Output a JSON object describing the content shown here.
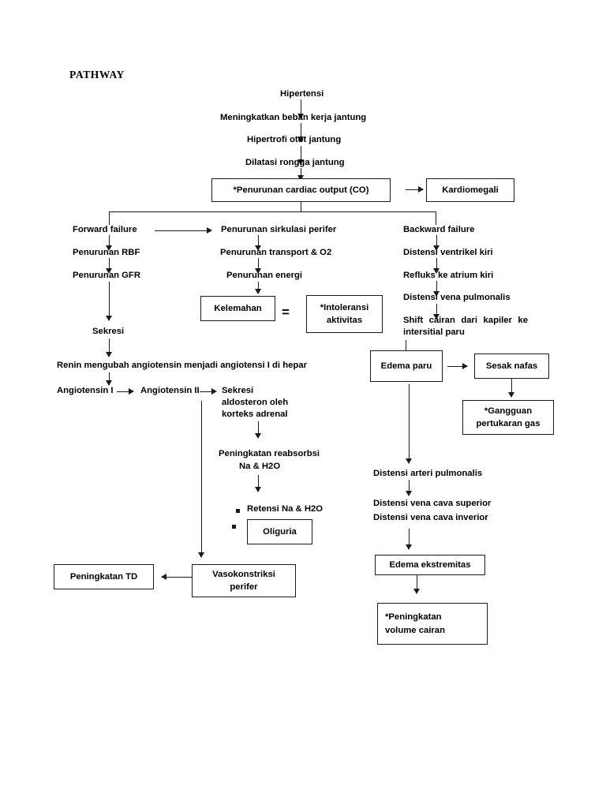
{
  "document": {
    "title": "PATHWAY"
  },
  "nodes": {
    "hipertensi": "Hipertensi",
    "meningkatkan_beban": "Meningkatkan beban kerja jantung",
    "hipertrofi": "Hipertrofi otot jantung",
    "dilatasi": "Dilatasi rongga jantung",
    "penurunan_co": "*Penurunan cardiac output (CO)",
    "kardiomegali": "Kardiomegali",
    "forward_failure": "Forward failure",
    "penurunan_rbf": "Penurunan RBF",
    "penurunan_gfr": "Penurunan GFR",
    "sekresi_renin": "Sekresi",
    "renin_mengubah": "Renin mengubah angiotensin  menjadi angiotensi I di hepar",
    "angiotensin_1": "Angiotensin I",
    "angiotensin_2": "Angiotensin II",
    "sekresi_aldosteron": "Sekresi\naldosteron oleh\nkorteks adrenal",
    "peningkatan_reabsorbsi_l1": "Peningkatan reabsorbsi",
    "peningkatan_reabsorbsi_l2": "Na & H2O",
    "retensi": "Retensi Na & H2O",
    "oliguria": "Oliguria",
    "vasokonstriksi": "Vasokonstriksi\nperifer",
    "peningkatan_td": "Peningkatan TD",
    "penurunan_sirkulasi": "Penurunan sirkulasi perifer",
    "penurunan_transport": "Penurunan transport & O2",
    "penurunan_energi": "Penurunan energi",
    "kelemahan": "Kelemahan",
    "intoleransi": "*Intoleransi\naktivitas",
    "equals": "=",
    "backward_failure": "Backward failure",
    "distensi_ventrikel": "Distensi ventrikel kiri",
    "refluks_atrium": "Refluks ke atrium kiri",
    "distensi_vena_pulmonalis": "Distensi vena pulmonalis",
    "shift_cairan": "Shift cairan dari kapiler ke intersitial paru",
    "edema_paru": "Edema paru",
    "sesak_nafas": "Sesak nafas",
    "gangguan_pertukaran": "*Gangguan\npertukaran gas",
    "distensi_arteri_pulmonalis": "Distensi arteri pulmonalis",
    "distensi_vena_cava_superior": "Distensi vena cava superior",
    "distensi_vena_cava_inverior": "Distensi vena cava inverior",
    "edema_ekstremitas": "Edema ekstremitas",
    "peningkatan_volume": "*Peningkatan\nvolume cairan"
  },
  "colors": {
    "ink": "#1a1a1a",
    "background": "#ffffff"
  }
}
